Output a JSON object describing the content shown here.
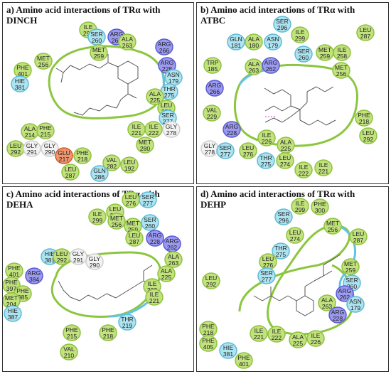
{
  "colors": {
    "hydrophobic": "#c2e27d",
    "hydrophobic_dark": "#8fc23f",
    "polar": "#aee3f0",
    "polar_dark": "#5ebbd6",
    "positive": "#9b99f0",
    "positive_dark": "#5a5ad6",
    "negative": "#f0956e",
    "negative_dark": "#d15a2e",
    "glycine": "#f2f2f2",
    "pocket_green": "#8cc63f",
    "pocket_blue": "#61c3e6",
    "ligand_line": "#555",
    "border": "#333"
  },
  "panels": [
    {
      "title_line1": "a) Amino acid interactions of TRα with",
      "title_line2": "DINCH",
      "residues": [
        {
          "type": "hydrophobic",
          "name": "ILE",
          "num": "299"
        },
        {
          "type": "polar",
          "name": "SER",
          "num": "260"
        },
        {
          "type": "positive",
          "name": "ARG",
          "num": "262"
        },
        {
          "type": "hydrophobic",
          "name": "ALA",
          "num": "263"
        },
        {
          "type": "hydrophobic",
          "name": "MET",
          "num": "259"
        },
        {
          "type": "positive",
          "name": "ARG",
          "num": "266"
        },
        {
          "type": "hydrophobic",
          "name": "PHE",
          "num": "401"
        },
        {
          "type": "hydrophobic",
          "name": "MET",
          "num": "256"
        },
        {
          "type": "positive",
          "name": "ARG",
          "num": "228"
        },
        {
          "type": "polar",
          "name": "HIE",
          "num": "381"
        },
        {
          "type": "polar",
          "name": "ASN",
          "num": "179"
        },
        {
          "type": "polar",
          "name": "THR",
          "num": "275"
        },
        {
          "type": "hydrophobic",
          "name": "ALA",
          "num": "225"
        },
        {
          "type": "hydrophobic",
          "name": "LEU",
          "num": "276"
        },
        {
          "type": "polar",
          "name": "SER",
          "num": "277"
        },
        {
          "type": "hydrophobic",
          "name": "ALA",
          "num": "214"
        },
        {
          "type": "hydrophobic",
          "name": "PHE",
          "num": "215"
        },
        {
          "type": "hydrophobic",
          "name": "ILE",
          "num": "221"
        },
        {
          "type": "hydrophobic",
          "name": "ILE",
          "num": "222"
        },
        {
          "type": "glycine",
          "name": "GLY",
          "num": "278"
        },
        {
          "type": "hydrophobic",
          "name": "LEU",
          "num": "292"
        },
        {
          "type": "glycine",
          "name": "GLY",
          "num": "291"
        },
        {
          "type": "glycine",
          "name": "GLY",
          "num": "290"
        },
        {
          "type": "negative",
          "name": "GLU",
          "num": "217"
        },
        {
          "type": "hydrophobic",
          "name": "PHE",
          "num": "218"
        },
        {
          "type": "hydrophobic",
          "name": "MET",
          "num": "280"
        },
        {
          "type": "hydrophobic",
          "name": "VAL",
          "num": "282"
        },
        {
          "type": "hydrophobic",
          "name": "LEU",
          "num": "192"
        },
        {
          "type": "hydrophobic",
          "name": "LEU",
          "num": "287"
        },
        {
          "type": "polar",
          "name": "GLN",
          "num": "286"
        }
      ]
    },
    {
      "title_line1": "b) Amino acid interactions of TRα  with",
      "title_line2": "ATBC",
      "residues": [
        {
          "type": "polar",
          "name": "SER",
          "num": "296"
        },
        {
          "type": "hydrophobic",
          "name": "LEU",
          "num": "287"
        },
        {
          "type": "polar",
          "name": "GLN",
          "num": "181"
        },
        {
          "type": "hydrophobic",
          "name": "ALA",
          "num": "180"
        },
        {
          "type": "polar",
          "name": "ASN",
          "num": "179"
        },
        {
          "type": "hydrophobic",
          "name": "ILE",
          "num": "299"
        },
        {
          "type": "hydrophobic",
          "name": "MET",
          "num": "259"
        },
        {
          "type": "hydrophobic",
          "name": "ILE",
          "num": "258"
        },
        {
          "type": "hydrophobic",
          "name": "TRP",
          "num": "185"
        },
        {
          "type": "hydrophobic",
          "name": "ALA",
          "num": "263"
        },
        {
          "type": "positive",
          "name": "ARG",
          "num": "262"
        },
        {
          "type": "polar",
          "name": "SER",
          "num": "260"
        },
        {
          "type": "hydrophobic",
          "name": "MET",
          "num": "256"
        },
        {
          "type": "positive",
          "name": "ARG",
          "num": "266"
        },
        {
          "type": "hydrophobic",
          "name": "VAL",
          "num": "229"
        },
        {
          "type": "hydrophobic",
          "name": "PHE",
          "num": "218"
        },
        {
          "type": "positive",
          "name": "ARG",
          "num": "228"
        },
        {
          "type": "hydrophobic",
          "name": "LEU",
          "num": "292"
        },
        {
          "type": "hydrophobic",
          "name": "ILE",
          "num": "226"
        },
        {
          "type": "hydrophobic",
          "name": "ALA",
          "num": "225"
        },
        {
          "type": "glycine",
          "name": "GLY",
          "num": "278"
        },
        {
          "type": "polar",
          "name": "SER",
          "num": "277"
        },
        {
          "type": "hydrophobic",
          "name": "LEU",
          "num": "276"
        },
        {
          "type": "polar",
          "name": "THR",
          "num": "275"
        },
        {
          "type": "hydrophobic",
          "name": "LEU",
          "num": "274"
        },
        {
          "type": "hydrophobic",
          "name": "ILE",
          "num": "222"
        },
        {
          "type": "hydrophobic",
          "name": "ILE",
          "num": "221"
        }
      ]
    },
    {
      "title_line1": "c) Amino acid interactions of TRα  with",
      "title_line2": "DEHA",
      "residues": [
        {
          "type": "hydrophobic",
          "name": "LEU",
          "num": "276"
        },
        {
          "type": "polar",
          "name": "SER",
          "num": "277"
        },
        {
          "type": "hydrophobic",
          "name": "LEU",
          "num": "274"
        },
        {
          "type": "hydrophobic",
          "name": "ILE",
          "num": "299"
        },
        {
          "type": "hydrophobic",
          "name": "MET",
          "num": "256"
        },
        {
          "type": "hydrophobic",
          "name": "MET",
          "num": "259"
        },
        {
          "type": "polar",
          "name": "SER",
          "num": "260"
        },
        {
          "type": "hydrophobic",
          "name": "LEU",
          "num": "287"
        },
        {
          "type": "positive",
          "name": "ARG",
          "num": "228"
        },
        {
          "type": "positive",
          "name": "ARG",
          "num": "262"
        },
        {
          "type": "polar",
          "name": "HIE",
          "num": "381"
        },
        {
          "type": "hydrophobic",
          "name": "LEU",
          "num": "292"
        },
        {
          "type": "glycine",
          "name": "GLY",
          "num": "291"
        },
        {
          "type": "glycine",
          "name": "GLY",
          "num": "290"
        },
        {
          "type": "hydrophobic",
          "name": "ALA",
          "num": "263"
        },
        {
          "type": "hydrophobic",
          "name": "PHE",
          "num": "401"
        },
        {
          "type": "hydrophobic",
          "name": "ALA",
          "num": "225"
        },
        {
          "type": "hydrophobic",
          "name": "PHE",
          "num": "397"
        },
        {
          "type": "positive",
          "name": "ARG",
          "num": "384"
        },
        {
          "type": "hydrophobic",
          "name": "PHE",
          "num": "385"
        },
        {
          "type": "hydrophobic",
          "name": "ILE",
          "num": "222"
        },
        {
          "type": "hydrophobic",
          "name": "MET",
          "num": "204"
        },
        {
          "type": "hydrophobic",
          "name": "ILE",
          "num": "221"
        },
        {
          "type": "polar",
          "name": "HIE",
          "num": "387"
        },
        {
          "type": "polar",
          "name": "THR",
          "num": "219"
        },
        {
          "type": "hydrophobic",
          "name": "PHE",
          "num": "218"
        },
        {
          "type": "hydrophobic",
          "name": "PHE",
          "num": "215"
        },
        {
          "type": "hydrophobic",
          "name": "VAL",
          "num": "210"
        }
      ]
    },
    {
      "title_line1": "d) Amino acid interactions of TRα  with",
      "title_line2": "DEHP",
      "residues": [
        {
          "type": "hydrophobic",
          "name": "ILE",
          "num": "299"
        },
        {
          "type": "hydrophobic",
          "name": "PHE",
          "num": "300"
        },
        {
          "type": "polar",
          "name": "SER",
          "num": "296"
        },
        {
          "type": "hydrophobic",
          "name": "MET",
          "num": "256"
        },
        {
          "type": "hydrophobic",
          "name": "LEU",
          "num": "274"
        },
        {
          "type": "hydrophobic",
          "name": "LEU",
          "num": "287"
        },
        {
          "type": "polar",
          "name": "THR",
          "num": "275"
        },
        {
          "type": "hydrophobic",
          "name": "LEU",
          "num": "276"
        },
        {
          "type": "polar",
          "name": "SER",
          "num": "277"
        },
        {
          "type": "hydrophobic",
          "name": "MET",
          "num": "259"
        },
        {
          "type": "hydrophobic",
          "name": "LEU",
          "num": "292"
        },
        {
          "type": "polar",
          "name": "SER",
          "num": "260"
        },
        {
          "type": "positive",
          "name": "ARG",
          "num": "262"
        },
        {
          "type": "hydrophobic",
          "name": "ALA",
          "num": "263"
        },
        {
          "type": "polar",
          "name": "ASN",
          "num": "179"
        },
        {
          "type": "positive",
          "name": "ARG",
          "num": "228"
        },
        {
          "type": "hydrophobic",
          "name": "PHE",
          "num": "218"
        },
        {
          "type": "hydrophobic",
          "name": "PHE",
          "num": "405"
        },
        {
          "type": "hydrophobic",
          "name": "ILE",
          "num": "221"
        },
        {
          "type": "hydrophobic",
          "name": "ILE",
          "num": "222"
        },
        {
          "type": "hydrophobic",
          "name": "ALA",
          "num": "225"
        },
        {
          "type": "hydrophobic",
          "name": "ILE",
          "num": "226"
        },
        {
          "type": "polar",
          "name": "HIE",
          "num": "381"
        },
        {
          "type": "hydrophobic",
          "name": "PHE",
          "num": "401"
        }
      ]
    }
  ]
}
